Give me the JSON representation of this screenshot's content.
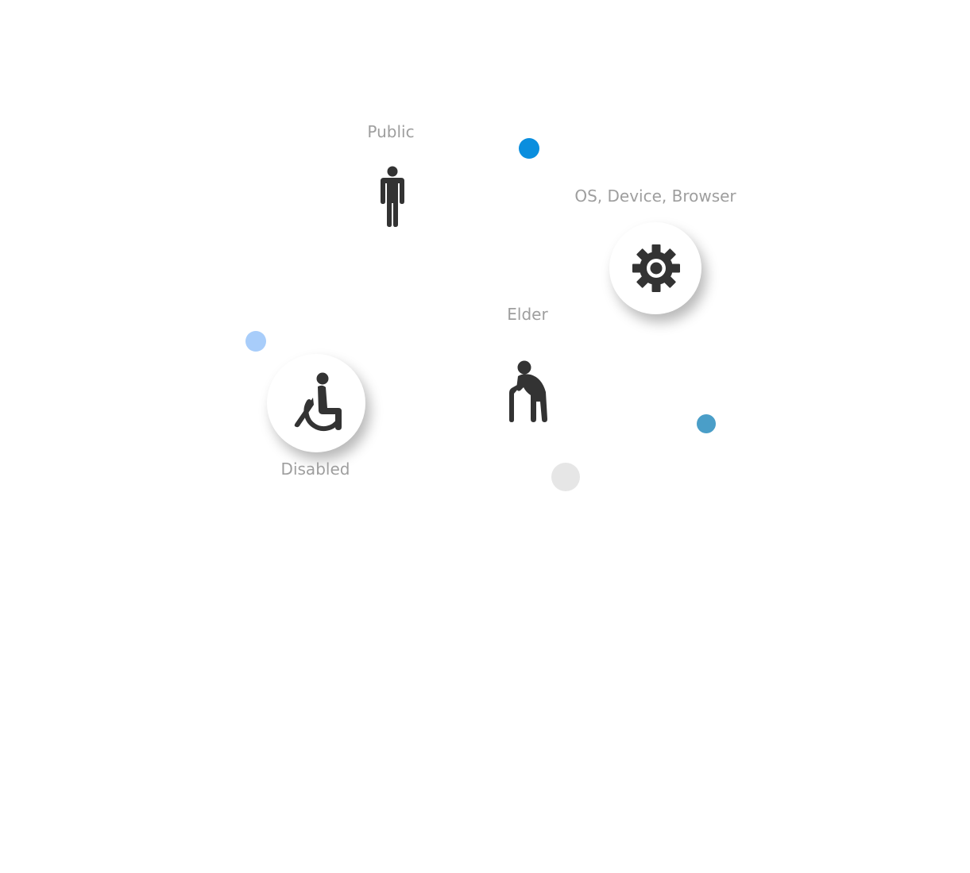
{
  "nodes": {
    "public": {
      "label": "Public",
      "icon": "person-icon"
    },
    "os_device_browser": {
      "label": "OS, Device, Browser",
      "icon": "gear-icon"
    },
    "elder": {
      "label": "Elder",
      "icon": "elder-with-cane-icon"
    },
    "disabled": {
      "label": "Disabled",
      "icon": "wheelchair-icon"
    }
  },
  "colors": {
    "icon": "#333333",
    "label": "#9e9e9e",
    "dot_blue": "#0a8ede",
    "dot_light_blue": "#a8cdfa",
    "dot_teal": "#4a9ec8",
    "dot_gray": "#e6e6e6"
  }
}
